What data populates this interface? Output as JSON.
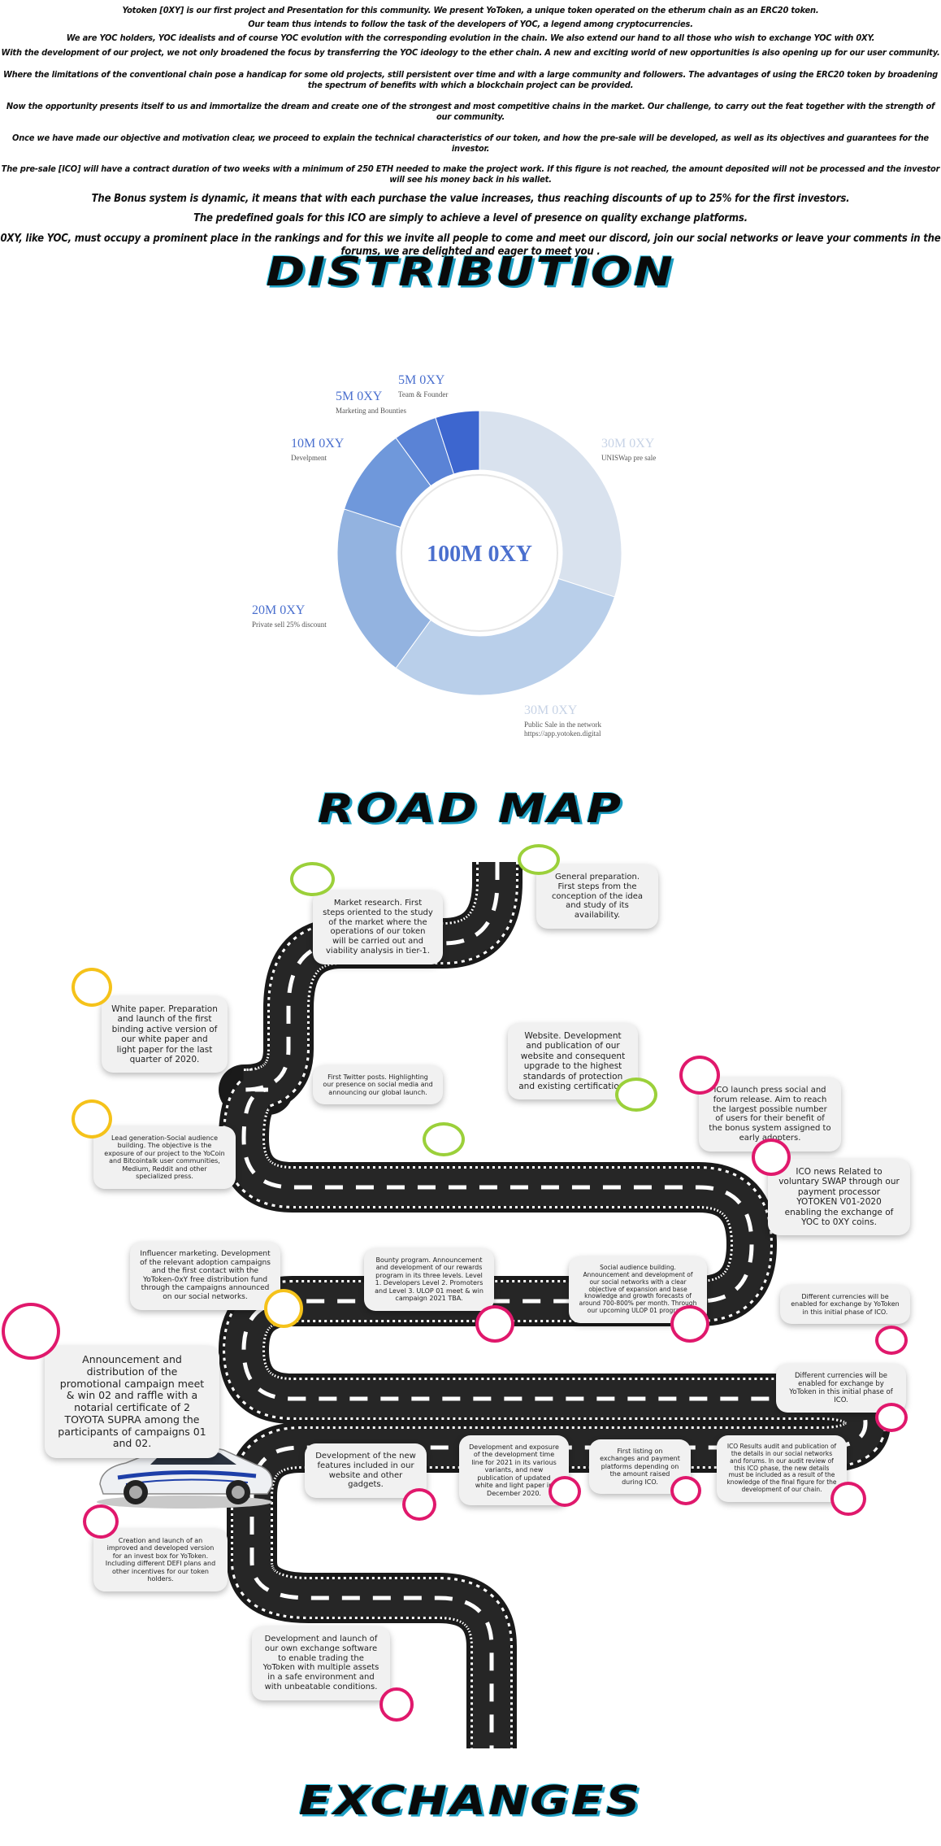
{
  "intro": [
    "Yotoken [0XY] is our first project and Presentation for this community. We present YoToken, a unique token operated on the etherum chain as an ERC20 token.",
    "Our team thus intends to follow the task of the developers of YOC, a legend among cryptocurrencies.",
    "We are YOC holders, YOC idealists and of course YOC evolution with the corresponding evolution in the chain. We also extend our hand to all those who wish to exchange YOC with 0XY.",
    "With the development of our project, we not only broadened the focus by transferring the YOC ideology to the ether chain. A new and exciting world of new opportunities is also opening up for our user community.",
    "Where the limitations of the conventional chain pose a handicap for some old projects, still persistent over time and with a large community and followers. The advantages of using the ERC20 token by broadening the spectrum of benefits with which a blockchain project can be provided.",
    "Now the opportunity presents itself to us and immortalize the dream and create one of the strongest and most competitive chains in the market. Our challenge, to carry out the feat together with the strength of our community.",
    "Once we have made our objective and motivation clear, we proceed to explain the technical characteristics of our token, and how the pre-sale will be developed, as well as its objectives and guarantees for the investor.",
    "The pre-sale [ICO] will have a contract duration of two weeks with a minimum of 250 ETH needed to make the project work. If this figure is not reached, the amount deposited will not be processed and the investor will see his money back in his wallet.",
    "The Bonus system is dynamic, it means that with each purchase the value increases, thus reaching discounts of up to 25% for the first investors.",
    "The predefined goals for this ICO are simply to achieve a level of presence on quality exchange platforms.",
    "0XY, like YOC, must occupy a prominent place in the rankings and for this we invite all people to come and meet our discord, join our social networks or leave your comments in the forums, we are delighted and eager to meet you ."
  ],
  "headings": {
    "distribution": "DISTRIBUTION",
    "roadmap": "ROAD MAP",
    "exchanges": "EXCHANGES"
  },
  "chart_data": {
    "type": "pie",
    "center_label": "100M 0XY",
    "slices": [
      {
        "value_label": "30M 0XY",
        "value": 30,
        "name": "UNISWap pre sale",
        "color": "#d9e2ee"
      },
      {
        "value_label": "30M 0XY",
        "value": 30,
        "name": "Public Sale in the network https://app.yotoken.digital",
        "name_lines": [
          "Public Sale in the network",
          "https://app.yotoken.digital"
        ],
        "color": "#b9cfea"
      },
      {
        "value_label": "20M 0XY",
        "value": 20,
        "name": "Private sell 25% discount",
        "color": "#93b3e0"
      },
      {
        "value_label": "10M 0XY",
        "value": 10,
        "name": "Develpment",
        "color": "#6f98db"
      },
      {
        "value_label": "5M 0XY",
        "value": 5,
        "name": "Marketing and Bounties",
        "color": "#5a83d6"
      },
      {
        "value_label": "5M 0XY",
        "value": 5,
        "name": "Team & Founder",
        "color": "#3d66cf"
      }
    ],
    "label_color": "#4a6fce"
  },
  "roadmap": [
    "General preparation. First steps from the conception of the idea and study of its availability.",
    "Market research. First steps oriented to the study of the market where the operations of our token will be carried out and viability analysis in tier-1.",
    "White paper. Preparation and launch of the first binding active version of our white paper and light paper for the last quarter of 2020.",
    "Website. Development and publication of our website and consequent upgrade to the highest standards of protection and existing certification.",
    "First Twitter posts. Highlighting our presence on social media and announcing our global launch.",
    "ICO launch press social and forum release. Aim to reach the largest possible number of users for their benefit of the bonus system assigned to early adopters.",
    "Lead generation-Social audience building. The objective is the exposure of our project to the YoCoin and Bitcointalk user communities, Medium, Reddit and other specialized press.",
    "ICO news Related to voluntary SWAP through our payment processor YOTOKEN V01-2020 enabling the exchange of YOC to 0XY coins.",
    "Influencer marketing. Development of the relevant adoption campaigns and the first contact with the YoToken-0xY free distribution fund through the campaigns announced on our social networks.",
    "Bounty program. Announcement and development of our rewards program in its three levels. Level 1. Developers Level 2. Promoters and Level 3. ULOP 01 meet & win campaign 2021 TBA.",
    "Social audience building. Announcement and development of our social networks with a clear objective of expansion and base knowledge and growth forecasts of around 700-800% per month. Through our upcoming ULOP 01 programs",
    "Different currencies will be enabled for exchange by YoToken in this initial phase of ICO.",
    "Announcement and distribution of the promotional campaign meet & win 02 and raffle with a notarial certificate of 2 TOYOTA SUPRA among the participants of campaigns 01 and 02.",
    "Different currencies will be enabled for exchange by YoToken in this initial phase of ICO.",
    "Development of the new features included in our website and other gadgets.",
    "Development and exposure of the development time line for 2021 in its various variants, and new publication of updated white and light paper in December 2020.",
    "First listing on exchanges and payment platforms depending on the amount raised during ICO.",
    "ICO Results audit and publication of the details in our social networks and forums. In our audit review of this ICO phase, the new details must be included as a result of the knowledge of the final figure for the development of our chain.",
    "Creation and launch of an improved and developed version for an invest box for YoToken. Including different DEFI plans and other incentives for our token holders.",
    "Development and launch of our own exchange software to enable trading the YoToken with multiple assets in a safe environment and with unbeatable conditions."
  ]
}
